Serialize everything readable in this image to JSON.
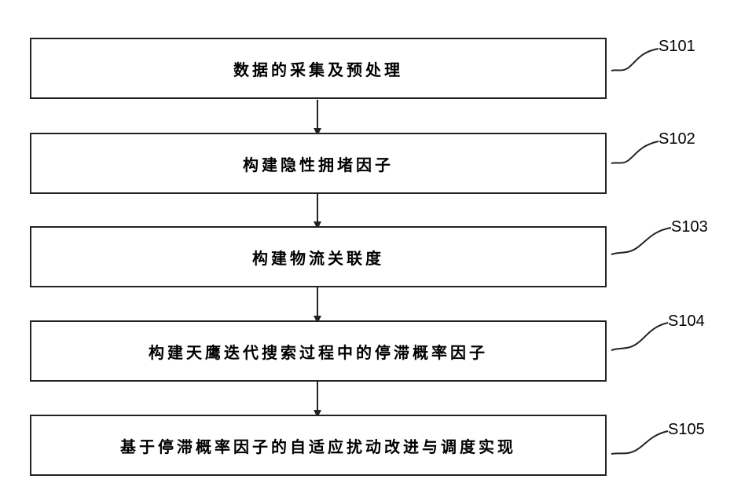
{
  "steps": [
    {
      "id": "S101",
      "text": "数据的采集及预处理"
    },
    {
      "id": "S102",
      "text": "构建隐性拥堵因子"
    },
    {
      "id": "S103",
      "text": "构建物流关联度"
    },
    {
      "id": "S104",
      "text": "构建天鹰迭代搜索过程中的停滞概率因子"
    },
    {
      "id": "S105",
      "text": "基于停滞概率因子的自适应扰动改进与调度实现"
    }
  ]
}
